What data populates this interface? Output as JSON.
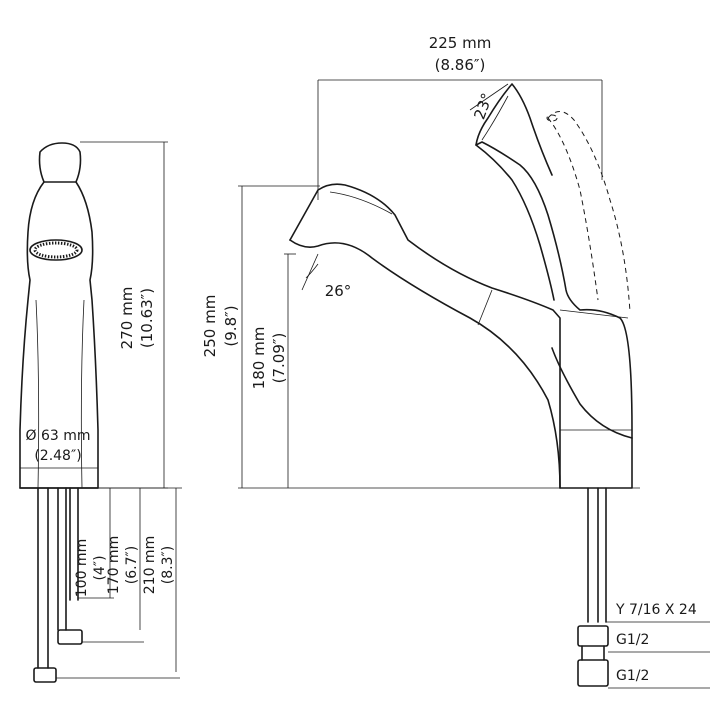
{
  "dimensions": {
    "spout_reach": {
      "mm": "225 mm",
      "inch": "(8.86″)"
    },
    "handle_angle": "23°",
    "spray_angle": "26°",
    "total_height": {
      "mm": "270 mm",
      "inch": "(10.63″)"
    },
    "spout_height": {
      "mm": "250 mm",
      "inch": "(9.8″)"
    },
    "outlet_height": {
      "mm": "180 mm",
      "inch": "(7.09″)"
    },
    "base_diameter": {
      "mm": "Ø 63 mm",
      "inch": "(2.48″)"
    },
    "shank_100": {
      "mm": "100 mm",
      "inch": "(4″)"
    },
    "shank_170": {
      "mm": "170 mm",
      "inch": "(6.7″)"
    },
    "shank_210": {
      "mm": "210 mm",
      "inch": "(8.3″)"
    }
  },
  "connections": {
    "thread": "Y 7/16 X 24",
    "hose_1": "G1/2",
    "hose_2": "G1/2"
  }
}
